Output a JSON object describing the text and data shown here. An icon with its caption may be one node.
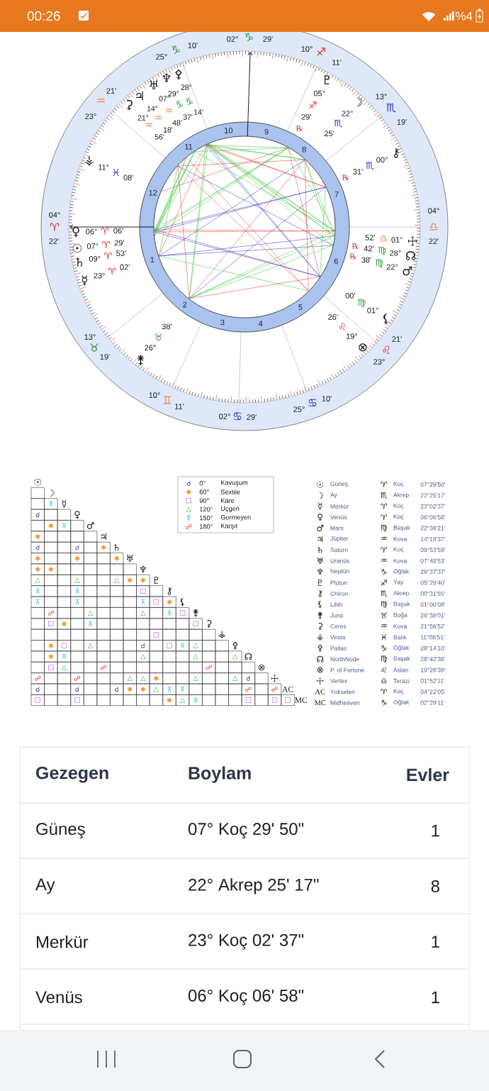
{
  "diagram": {
    "labels": [
      "00:26",
      "%4",
      "02°",
      "♑",
      "29'",
      "25°",
      "♑",
      "10'",
      "10°",
      "♐",
      "11'",
      "23°",
      "♒",
      "21'",
      "13°",
      "♏",
      "19'",
      "04°",
      "♈",
      "22'",
      "04°",
      "♎",
      "22'",
      "13°",
      "♉",
      "19'",
      "23°",
      "♌",
      "21'",
      "10°",
      "♊",
      "11'",
      "25°",
      "♋",
      "10'",
      "02°",
      "♋",
      "29'",
      "⚴",
      "28°",
      "♑",
      "14'",
      "♆",
      "29°",
      "♑",
      "37'",
      "♅",
      "07°",
      "♒",
      "48'",
      "♃",
      "14°",
      "♒",
      "18'",
      "⚳",
      "21°",
      "♒",
      "56'",
      "♇",
      "05°",
      "♐",
      "29'",
      "℞",
      "☽",
      "22°",
      "♏",
      "25'",
      "⚷",
      "00°",
      "♏",
      "31'",
      "℞",
      "⚶",
      "11°",
      "♓",
      "08'",
      "♀",
      "06°",
      "♈",
      "06'",
      "☉",
      "07°",
      "♈",
      "29'",
      "♄",
      "09°",
      "♈",
      "53'",
      "☿",
      "23°",
      "♈",
      "02'",
      "52'",
      "♎",
      "01°",
      "☩",
      "℞",
      "42'",
      "♍",
      "28°",
      "☊",
      "℞",
      "38'",
      "♍",
      "22°",
      "♂",
      "00'",
      "♍",
      "01°",
      "⚸",
      "26'",
      "♌",
      "19°",
      "⊗",
      "⚵",
      "26°",
      "♉",
      "38'",
      "10",
      "9",
      "11",
      "8",
      "12",
      "7",
      "1",
      "6",
      "2",
      "5",
      "3",
      "4",
      "☉",
      "☽",
      "⊼",
      "☿",
      "☌",
      "♀",
      "✱",
      "⊼",
      "♂",
      "✱",
      "♃",
      "☌",
      "☌",
      "✱",
      "♄",
      "✱",
      "✱",
      "✱",
      "♅",
      "✱",
      "✱",
      "♆",
      "△",
      "△",
      "△",
      "✱",
      "✱",
      "♇",
      "⊼",
      "⊼",
      "□",
      "⚷",
      "⊼",
      "⊼",
      "⊼",
      "□",
      "✱",
      "⚸",
      "☍",
      "△",
      "△",
      "⊼",
      "□",
      "⚵",
      "□",
      "✱",
      "⊼",
      "□",
      "⚳",
      "□",
      "⚶",
      "✱",
      "□",
      "△",
      "☌",
      "□",
      "⊼",
      "△",
      "⚴",
      "✱",
      "⊼",
      "△",
      "△",
      "△",
      "☊",
      "□",
      "△",
      "☍",
      "☍",
      "⊗",
      "☍",
      "☍",
      "△",
      "△",
      "✱",
      "△",
      "△",
      "☌",
      "☩",
      "☌",
      "☌",
      "☌",
      "✱",
      "✱",
      "△",
      "⊼",
      "⊼",
      "☍",
      "☍",
      "AC",
      "□",
      "□",
      "✱",
      "△",
      "⊼",
      "□",
      "□",
      "□",
      "MC",
      "☌",
      "0°",
      "Kavuşum",
      "✱",
      "60°",
      "Sextile",
      "□",
      "90°",
      "Kare",
      "△",
      "120°",
      "Uçgen",
      "⊼",
      "150°",
      "Gormeyen",
      "☍",
      "180°",
      "Karşıt",
      "☉",
      "Güneş",
      "♈",
      "Koç",
      "07°29'50'",
      "☽",
      "Ay",
      "♏",
      "Akrep",
      "22°25'17'",
      "☿",
      "Merkür",
      "♈",
      "Koç",
      "23°02'37'",
      "♀",
      "Venüs",
      "♈",
      "Koç",
      "06°06'58'",
      "♂",
      "Mars",
      "♍",
      "Başak",
      "22°38'21'",
      "♃",
      "Jüpiter",
      "♒",
      "Kova",
      "14°18'37'",
      "♄",
      "Satürn",
      "♈",
      "Koç",
      "09°53'59'",
      "♅",
      "Uranüs",
      "♒",
      "Kova",
      "07°48'53'",
      "♆",
      "Neptün",
      "♑",
      "Oğlak",
      "29°37'37'",
      "♇",
      "Plüton",
      "♐",
      "Yay",
      "05°29'40'",
      "⚷",
      "Chiron",
      "♏",
      "Akrep",
      "00°31'55'",
      "⚸",
      "Lilith",
      "♍",
      "Başak",
      "01°00'08'",
      "⚵",
      "Juno",
      "♉",
      "Boğa",
      "26°38'01'",
      "⚳",
      "Ceres",
      "♒",
      "Kova",
      "21°56'52'",
      "⚶",
      "Vesta",
      "♓",
      "Balık",
      "11°08'51'",
      "⚴",
      "Pallas",
      "♑",
      "Oğlak",
      "28°14'10'",
      "☊",
      "NorthNode",
      "♍",
      "Başak",
      "28°42'36'",
      "⊗",
      "P. of Fortune",
      "♌",
      "Aslan",
      "19°26'39'",
      "☩",
      "Vertex",
      "♎",
      "Terazi",
      "01°52'11'",
      "AC",
      "Yükselen",
      "♈",
      "Koç",
      "04°22'05'",
      "MC",
      "Midheaven",
      "♑",
      "Oğlak",
      "02°29'11'",
      "Gezegen",
      "Boylam",
      "Evler",
      "Güneş",
      "07° Koç 29' 50\"",
      "1",
      "Ay",
      "22° Akrep 25' 17\"",
      "8",
      "Merkür",
      "23° Koç 02' 37\"",
      "1",
      "Venüs",
      "06° Koç 06' 58\"",
      "1"
    ]
  }
}
